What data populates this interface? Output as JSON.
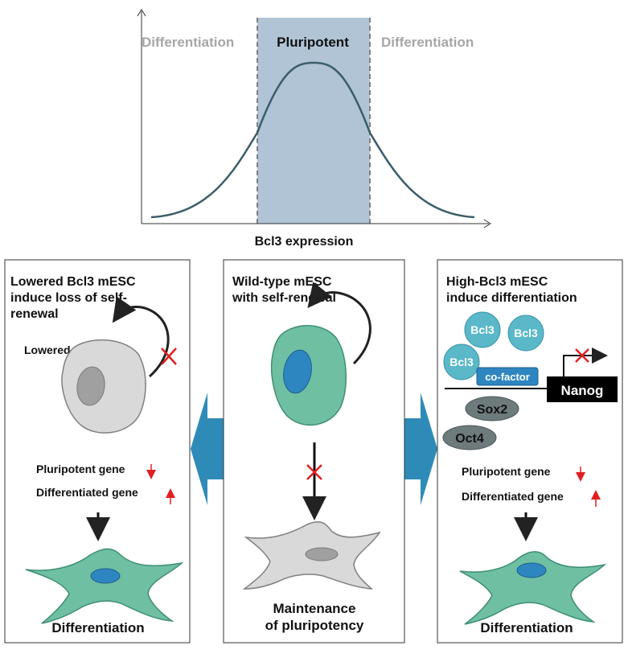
{
  "top_chart": {
    "left_label": "Differentiation",
    "center_label": "Pluripotent",
    "right_label": "Differentiation",
    "x_axis_label": "Bcl3 expression"
  },
  "left_panel": {
    "title_lines": [
      "Lowered Bcl3 mESC",
      "induce loss of self-",
      "renewal"
    ],
    "lowered_label": "Lowered Bcl3",
    "pluripotent_gene": "Pluripotent gene",
    "differentiated_gene": "Differentiated gene",
    "outcome": "Differentiation"
  },
  "center_panel": {
    "title_lines": [
      "Wild-type mESC",
      "with self-renewal"
    ],
    "outcome_lines": [
      "Maintenance",
      "of pluripotency"
    ]
  },
  "right_panel": {
    "title_lines": [
      "High-Bcl3 mESC",
      "induce differentiation"
    ],
    "bcl3": "Bcl3",
    "cofactor": "co-factor",
    "nanog": "Nanog",
    "sox2": "Sox2",
    "oct4": "Oct4",
    "pluripotent_gene": "Pluripotent gene",
    "differentiated_gene": "Differentiated gene",
    "outcome": "Differentiation"
  },
  "colors": {
    "pluripotent_band": "#b0c4d6",
    "curve": "#3b5d69",
    "cell_green": "#6fbfa3",
    "nucleus_blue": "#2e86c1",
    "cell_gray": "#d9d9d9",
    "arrow_blue": "#2e8bb8",
    "bcl3_circle": "#5ab8c8",
    "inhibit_red": "#e02020"
  }
}
